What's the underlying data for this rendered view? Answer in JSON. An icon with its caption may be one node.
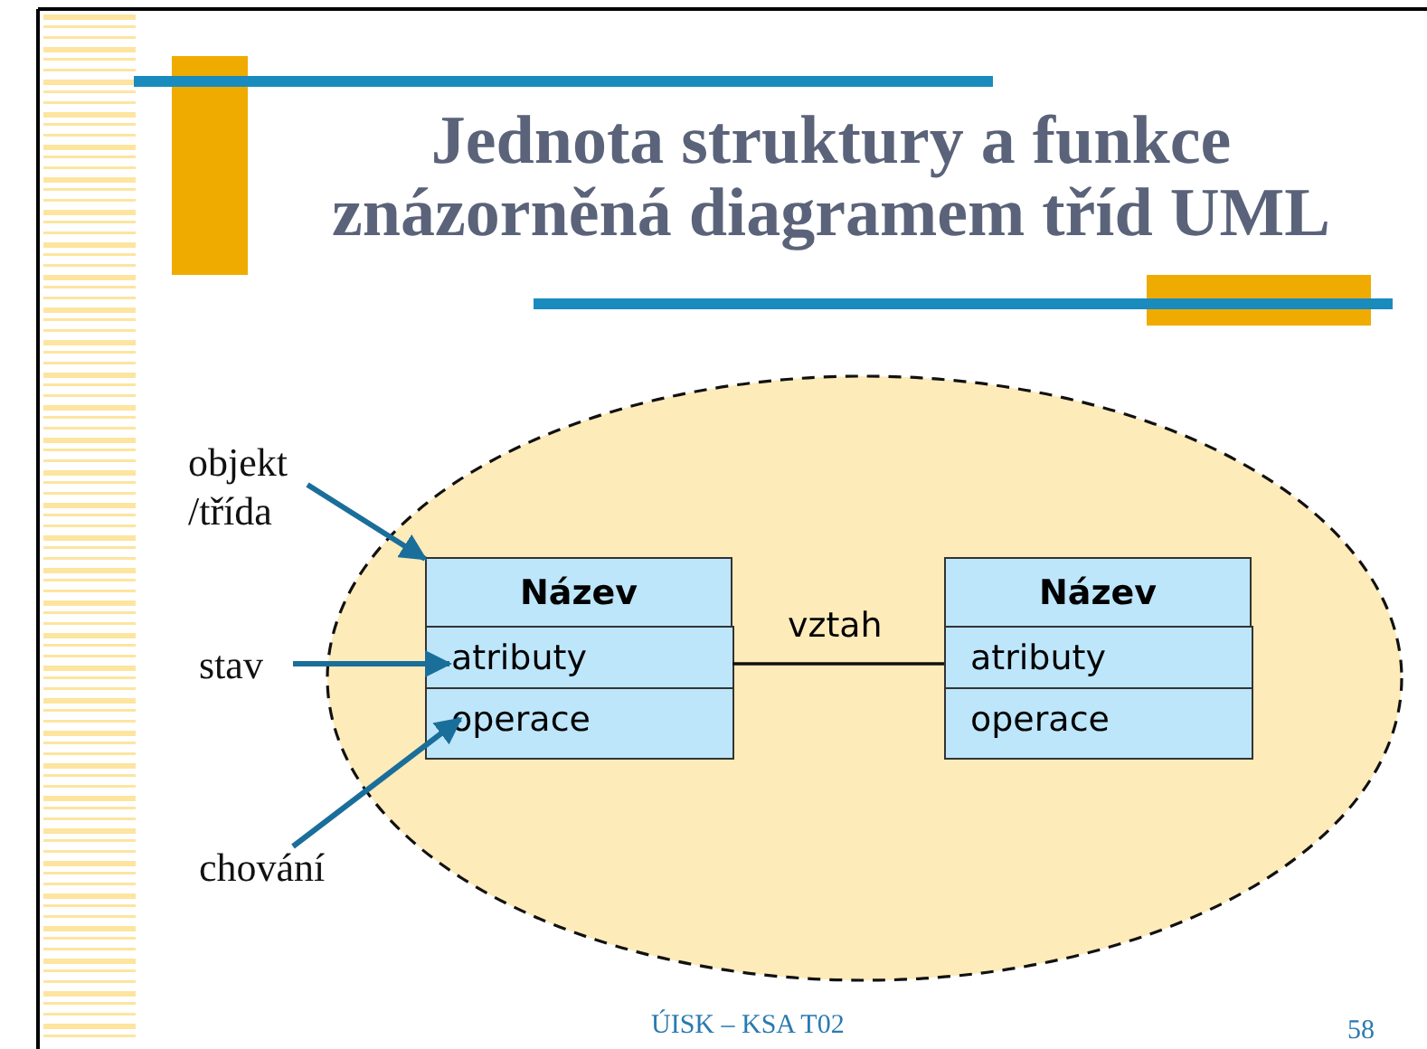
{
  "diagram": {
    "title": "Jednota struktury a funkce znázorněná diagramem tříd UML",
    "nodes": [
      {
        "text": [],
        "shape": "ellipse"
      },
      {
        "text": [
          "Název"
        ],
        "in": 0
      },
      {
        "text": [
          "atributy"
        ],
        "in": 1
      },
      {
        "text": [
          "operace"
        ],
        "in": 1
      },
      {
        "text": [
          "Název"
        ],
        "in": 0
      },
      {
        "text": [
          "atributy"
        ],
        "in": 4
      },
      {
        "text": [
          "operace"
        ],
        "in": 4
      },
      {
        "text": [
          "objekt /třída"
        ]
      },
      {
        "text": [
          "stav"
        ]
      },
      {
        "text": [
          "chování"
        ]
      }
    ],
    "edges": [
      {
        "from": 1,
        "to": 4,
        "arrow": "none",
        "label": "vztah",
        "color": "#111111"
      },
      {
        "from": 7,
        "to": 1,
        "arrow": "to"
      },
      {
        "from": 8,
        "to": 2,
        "arrow": "to"
      },
      {
        "from": 9,
        "to": 3,
        "arrow": "to"
      }
    ],
    "labels": [
      "ÚISK – KSA T02",
      "58"
    ]
  }
}
